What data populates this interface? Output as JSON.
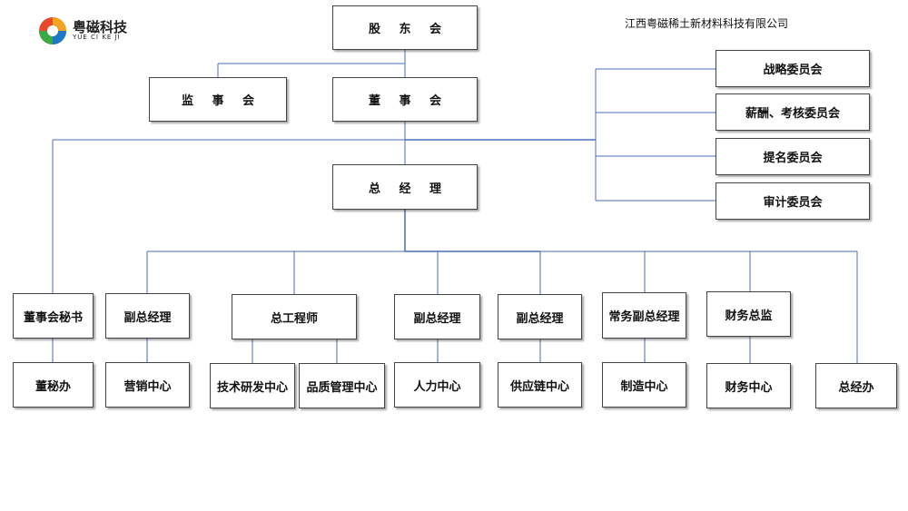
{
  "company": "江西粤磁稀土新材料科技有限公司",
  "logo": {
    "name": "粤磁科技",
    "sub": "YUE CI KE JI"
  },
  "nodes": {
    "shareholders": "股 东 会",
    "supervisors": "监 事 会",
    "board": "董 事 会",
    "strategy": "战略委员会",
    "compensation": "薪酬、考核委员会",
    "nomination": "提名委员会",
    "audit": "审计委员会",
    "gm": "总 经 理",
    "board_secretary": "董事会秘书",
    "vgm1": "副总经理",
    "chief_engineer": "总工程师",
    "vgm2": "副总经理",
    "vgm3": "副总经理",
    "exec_vgm": "常务副总经理",
    "cfo": "财务总监",
    "board_office": "董秘办",
    "marketing": "营销中心",
    "rnd": "技术研发中心",
    "quality": "品质管理中心",
    "hr": "人力中心",
    "supply": "供应链中心",
    "manufacturing": "制造中心",
    "finance": "财务中心",
    "gm_office": "总经办"
  },
  "colors": {
    "line": "#4a6fb5",
    "border": "#444444"
  }
}
